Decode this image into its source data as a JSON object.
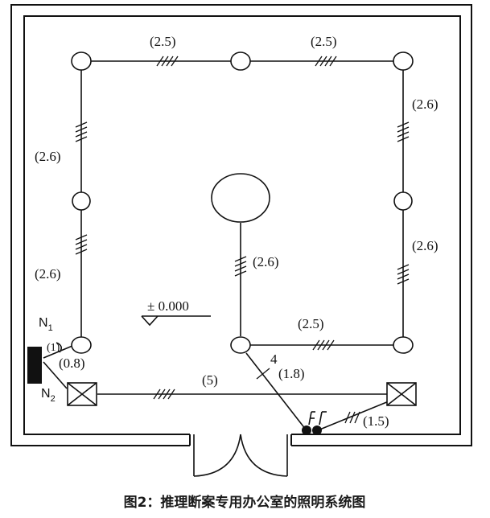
{
  "labels": {
    "top_left_run": "(2.5)",
    "top_right_run": "(2.5)",
    "left_upper_run": "(2.6)",
    "left_lower_run": "(2.6)",
    "right_upper_run": "(2.6)",
    "right_lower_run": "(2.6)",
    "center_vertical_run": "(2.6)",
    "lower_right_run": "(2.5)",
    "panel_to_lamp_run": "(0.8)",
    "bottom_run": "(5)",
    "diagonal_run": "(1.8)",
    "diagonal_count": "4",
    "socket_run": "(1.5)",
    "elevation": "± 0.000"
  },
  "panels": {
    "n1_letter": "N",
    "n1_sub": "1",
    "n2_letter": "N",
    "n2_sub": "2",
    "n1_circuit": "(1)"
  },
  "caption": "图2：推理断案专用办公室的照明系统图"
}
